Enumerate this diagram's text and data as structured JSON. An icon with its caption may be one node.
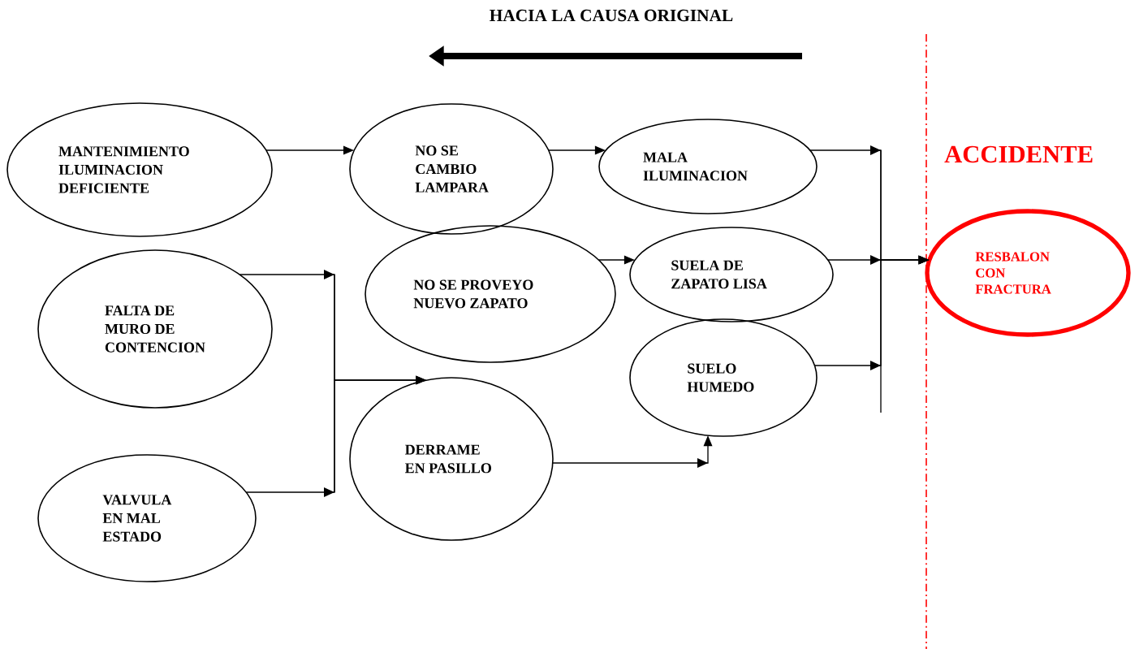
{
  "diagram": {
    "title": "HACIA LA CAUSA ORIGINAL",
    "nodes": [
      {
        "text": [
          "MANTENIMIENTO ILUMINACION DEFICIENTE"
        ]
      },
      {
        "text": [
          "NO SE CAMBIO LAMPARA"
        ]
      },
      {
        "text": [
          "MALA ILUMINACION"
        ]
      },
      {
        "text": [
          "FALTA DE MURO DE CONTENCION"
        ]
      },
      {
        "text": [
          "NO SE PROVEYO NUEVO ZAPATO"
        ]
      },
      {
        "text": [
          "SUELA DE ZAPATO LISA"
        ]
      },
      {
        "text": [
          "SUELO HUMEDO"
        ]
      },
      {
        "text": [
          "DERRAME EN PASILLO"
        ]
      },
      {
        "text": [
          "VALVULA EN MAL ESTADO"
        ]
      },
      {
        "text": [
          "RESBALON CON FRACTURA"
        ]
      }
    ],
    "edges": [
      {
        "from": 0,
        "to": 1,
        "arrow": "to"
      },
      {
        "from": 1,
        "to": 2,
        "arrow": "to"
      },
      {
        "from": 2,
        "to": 9,
        "arrow": "to"
      },
      {
        "from": 4,
        "to": 5,
        "arrow": "to"
      },
      {
        "from": 5,
        "to": 9,
        "arrow": "to"
      },
      {
        "from": 6,
        "to": 9,
        "arrow": "to"
      },
      {
        "from": 3,
        "to": 7,
        "arrow": "to"
      },
      {
        "from": 8,
        "to": 7,
        "arrow": "to"
      },
      {
        "from": 7,
        "to": 6,
        "arrow": "to"
      }
    ],
    "labels": [
      "ACCIDENTE"
    ]
  }
}
